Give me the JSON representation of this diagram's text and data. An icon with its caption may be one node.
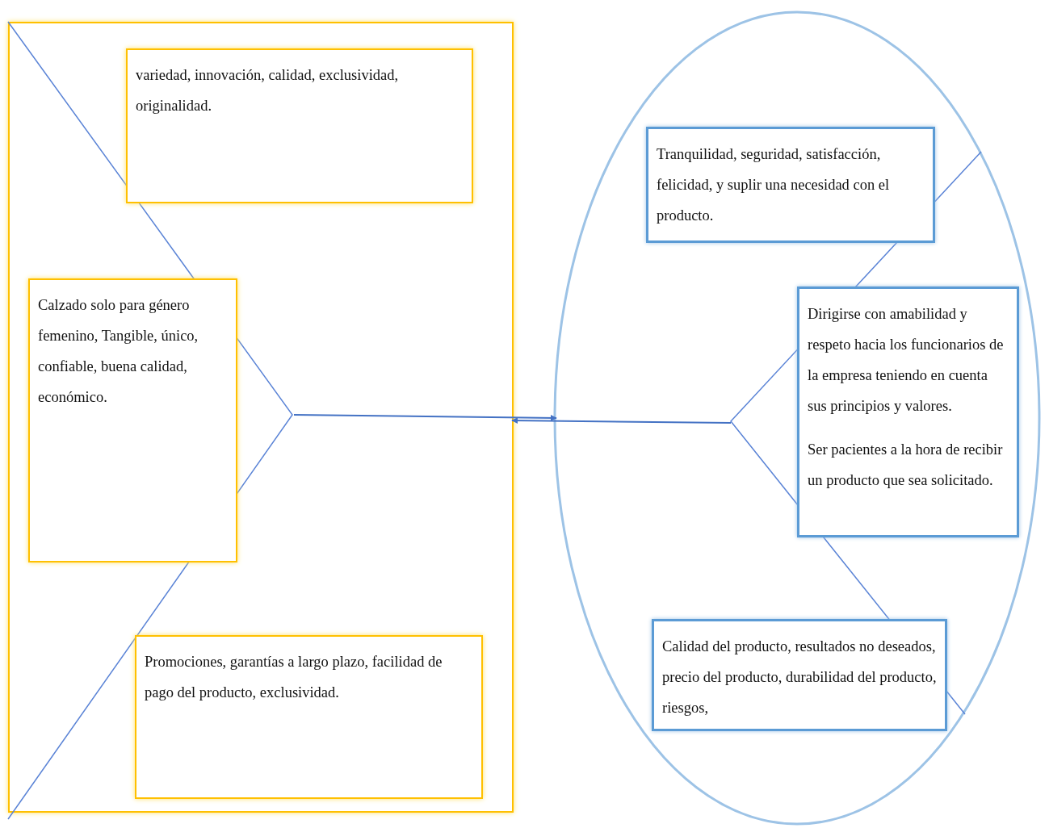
{
  "diagram": {
    "nodes": [
      {
        "text": [],
        "shape": "box"
      },
      {
        "text": [
          "variedad, innovación, calidad, exclusividad, originalidad."
        ],
        "in": 0
      },
      {
        "text": [
          "Calzado solo para género femenino, Tangible, único, confiable, buena calidad, económico."
        ],
        "in": 0
      },
      {
        "text": [
          "Promociones, garantías a largo plazo, facilidad de pago del producto, exclusividad."
        ],
        "in": 0
      },
      {
        "text": [],
        "shape": "circle"
      },
      {
        "text": [
          "Tranquilidad, seguridad, satisfacción, felicidad, y suplir una necesidad con el producto."
        ],
        "in": 4
      },
      {
        "text": [
          "Dirigirse con amabilidad y respeto hacia los funcionarios de la empresa teniendo en cuenta sus principios y valores.",
          "Ser pacientes a la hora de recibir un producto que sea solicitado."
        ],
        "in": 4
      },
      {
        "text": [
          "Calidad del producto, resultados no deseados, precio del producto, durabilidad del producto, riesgos,"
        ],
        "in": 4
      }
    ],
    "edges": [
      {
        "from": null,
        "to": 4,
        "arrow": "to"
      },
      {
        "from": null,
        "to": 0,
        "arrow": "to"
      }
    ]
  }
}
